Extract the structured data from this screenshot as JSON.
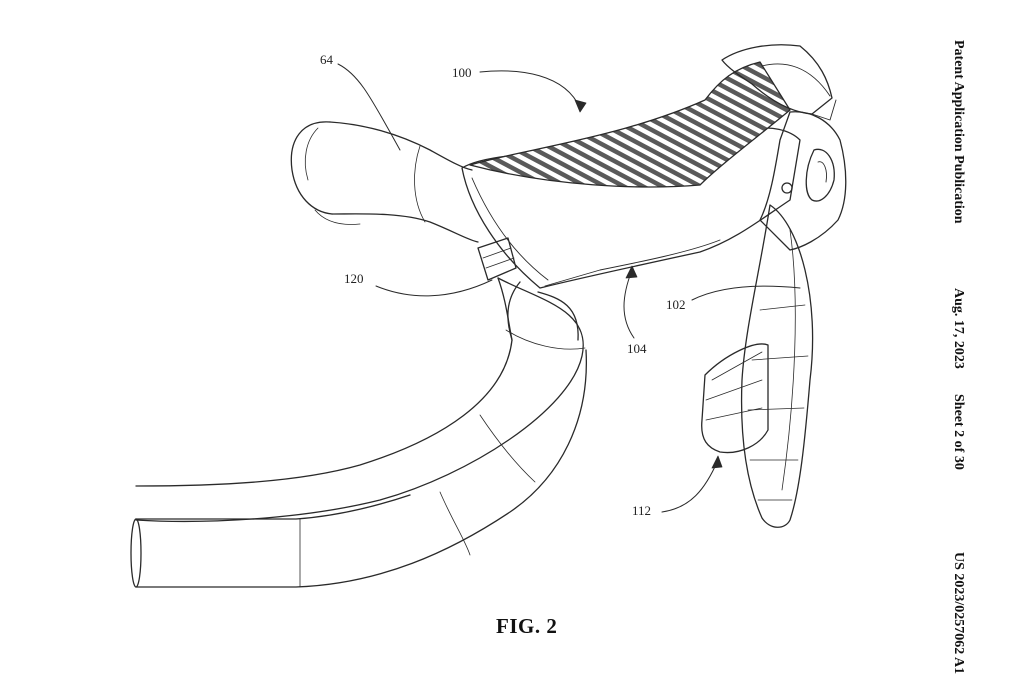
{
  "header": {
    "publication_type": "Patent Application Publication",
    "date": "Aug. 17, 2023",
    "sheet": "Sheet 2 of 30",
    "publication_number": "US 2023/0257062 A1"
  },
  "figure": {
    "caption": "FIG. 2"
  },
  "reference_numerals": {
    "r64": "64",
    "r100": "100",
    "r120": "120",
    "r104": "104",
    "r102": "102",
    "r112": "112"
  },
  "colors": {
    "line": "#2a2a2a",
    "grip_shading": "#5a5a5a",
    "paper": "#ffffff"
  }
}
